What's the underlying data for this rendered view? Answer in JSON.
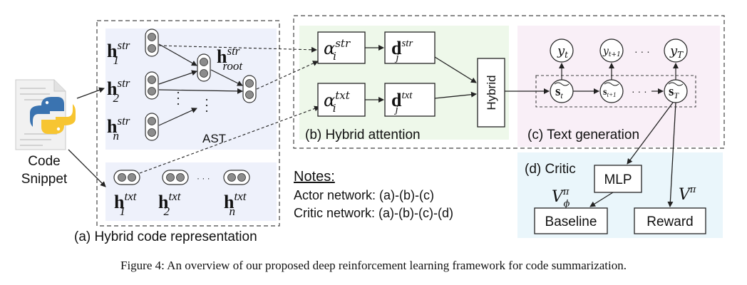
{
  "code_snippet": {
    "label_line1": "Code",
    "label_line2": "Snippet",
    "python_icon": "python-logo-icon",
    "file_icon": "document-file-icon"
  },
  "panel_a": {
    "caption": "(a) Hybrid code representation",
    "ast_label": "AST",
    "h": "h",
    "sup_str": "str",
    "sup_txt": "txt",
    "sub_1": "1",
    "sub_2": "2",
    "sub_n": "n",
    "sub_root": "root",
    "dots": "· · ·"
  },
  "panel_b": {
    "caption": "(b) Hybrid attention",
    "alpha": "α",
    "d": "d",
    "sup_str": "str",
    "sup_txt": "txt",
    "sub_i": "i",
    "sub_j": "j",
    "hybrid_label": "Hybrid"
  },
  "panel_c": {
    "caption": "(c) Text generation",
    "y": "y",
    "s": "s",
    "sub_t": "t",
    "sub_t1": "t+1",
    "sub_T": "T",
    "dots": "· · ·"
  },
  "panel_d": {
    "caption": "(d) Critic",
    "mlp": "MLP",
    "baseline": "Baseline",
    "reward": "Reward",
    "v_base": "V",
    "v_sup": "π",
    "v_sub": "ϕ"
  },
  "notes": {
    "title": "Notes:",
    "actor": "Actor network: (a)-(b)-(c)",
    "critic": "Critic network: (a)-(b)-(c)-(d)"
  },
  "figure_caption": "Figure 4: An overview of our proposed deep reinforcement learning framework for code summarization."
}
